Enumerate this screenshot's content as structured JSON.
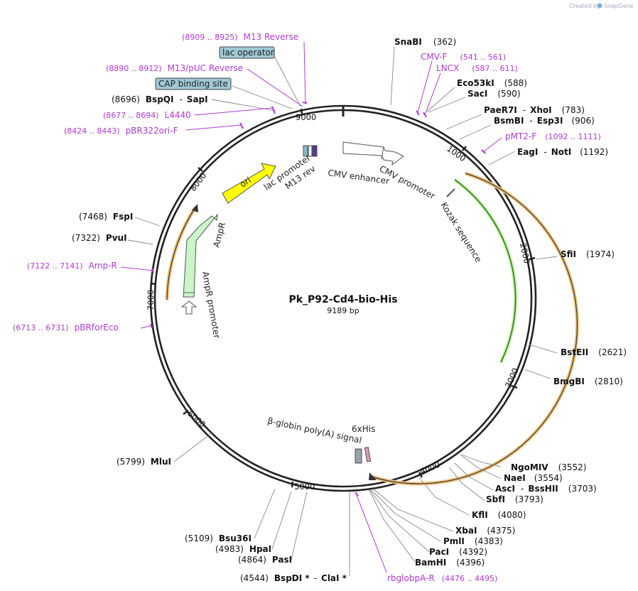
{
  "credit": {
    "prefix": "Created by",
    "brand": "SnapGene"
  },
  "plasmid": {
    "name": "Pk_P92-Cd4-bio-His",
    "size": "9189 bp"
  },
  "ticks": [
    "1000",
    "2000",
    "3000",
    "4000",
    "5000",
    "6000",
    "7000",
    "8000",
    "9000"
  ],
  "enzymes": {
    "snabi": {
      "name": "SnaBI",
      "pos": "(362)"
    },
    "eco53ki": {
      "name": "Eco53kI",
      "pos": "(588)"
    },
    "saci": {
      "name": "SacI",
      "pos": "(590)"
    },
    "pae": {
      "a": "PaeR7I",
      "b": "XhoI",
      "pos": "(783)"
    },
    "bsmbi": {
      "a": "BsmBI",
      "b": "Esp3I",
      "pos": "(906)"
    },
    "eagi": {
      "a": "EagI",
      "b": "NotI",
      "pos": "(1192)"
    },
    "sfii": {
      "name": "SfiI",
      "pos": "(1974)"
    },
    "bsteii": {
      "name": "BstEII",
      "pos": "(2621)"
    },
    "bmgbi": {
      "name": "BmgBI",
      "pos": "(2810)"
    },
    "ngomiv": {
      "name": "NgoMIV",
      "pos": "(3552)"
    },
    "naei": {
      "name": "NaeI",
      "pos": "(3554)"
    },
    "asci": {
      "a": "AscI",
      "b": "BssHII",
      "pos": "(3703)"
    },
    "sbfi": {
      "name": "SbfI",
      "pos": "(3793)"
    },
    "kfli": {
      "name": "KflI",
      "pos": "(4080)"
    },
    "xbai": {
      "name": "XbaI",
      "pos": "(4375)"
    },
    "pmli": {
      "name": "PmlI",
      "pos": "(4383)"
    },
    "paci": {
      "name": "PacI",
      "pos": "(4392)"
    },
    "bamhi": {
      "name": "BamHI",
      "pos": "(4396)"
    },
    "bspdi": {
      "a": "BspDI *",
      "b": "ClaI *",
      "pos": "(4544)"
    },
    "pasi": {
      "name": "PasI",
      "pos": "(4864)"
    },
    "hpai": {
      "name": "HpaI",
      "pos": "(4983)"
    },
    "bsu36i": {
      "name": "Bsu36I",
      "pos": "(5109)"
    },
    "mlui": {
      "name": "MluI",
      "pos": "(5799)"
    },
    "pvui": {
      "name": "PvuI",
      "pos": "(7322)"
    },
    "fspi": {
      "name": "FspI",
      "pos": "(7468)"
    },
    "bspqi": {
      "a": "BspQI",
      "b": "SapI",
      "pos": "(8696)"
    }
  },
  "primers": {
    "m13r": {
      "range": "(8909 .. 8925)",
      "name": "M13 Reverse"
    },
    "m13puc": {
      "range": "(8890 .. 8912)",
      "name": "M13/pUC Reverse"
    },
    "l4440": {
      "range": "(8677 .. 8694)",
      "name": "L4440"
    },
    "pbr322": {
      "range": "(8424 .. 8443)",
      "name": "pBR322ori-F"
    },
    "cmvf": {
      "name": "CMV-F",
      "range": "(541 .. 561)"
    },
    "lncx": {
      "name": "LNCX",
      "range": "(587 .. 611)"
    },
    "pmt2f": {
      "name": "pMT2-F",
      "range": "(1092 .. 1111)"
    },
    "ampr": {
      "range": "(7122 .. 7141)",
      "name": "Amp-R"
    },
    "pbrfor": {
      "range": "(6713 .. 6731)",
      "name": "pBRforEco"
    },
    "rbglob": {
      "name": "rbglobpA-R",
      "range": "(4476 .. 4495)"
    }
  },
  "features": {
    "lacop": "lac operator",
    "cap": "CAP binding site",
    "lacprom": "lac promoter",
    "m13rev": "M13 rev",
    "cmvenh": "CMV enhancer",
    "cmvprom": "CMV promoter",
    "kozak": "Kozak sequence",
    "ori": "ori",
    "ampr": "AmpR",
    "amprprom": "AmpR promoter",
    "bglobin": "β-globin poly(A) signal",
    "his": "6xHis"
  },
  "colors": {
    "ring": "#222222",
    "primer": "#b03ad6",
    "ori": "#ffff00",
    "ampr": "#c9f5c9",
    "orf_outer": "#f2c27a",
    "orf_inner": "#6dc23e",
    "feature_box": "#9fc9d6"
  }
}
